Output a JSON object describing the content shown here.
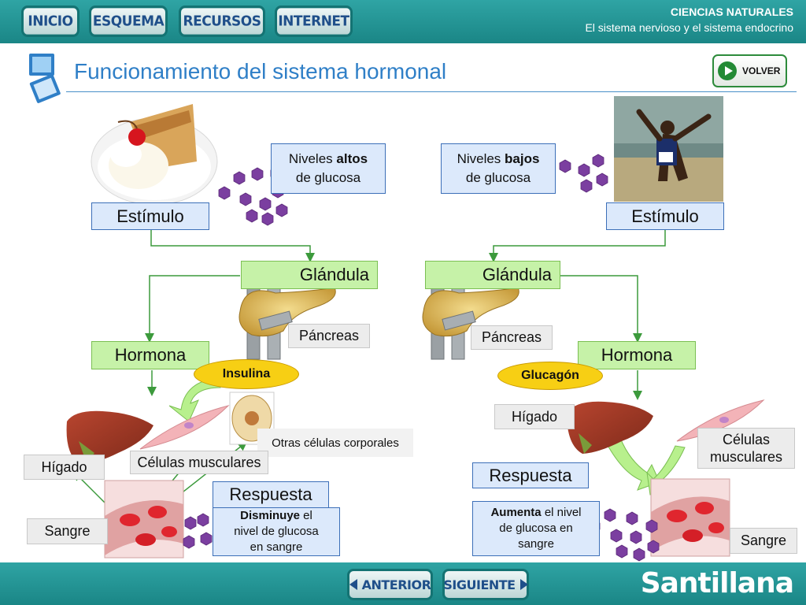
{
  "nav": {
    "inicio": "INICIO",
    "esquema": "ESQUEMA",
    "recursos": "RECURSOS",
    "internet": "INTERNET"
  },
  "header": {
    "subject": "CIENCIAS NATURALES",
    "subtitle": "El sistema nervioso y el sistema endocrino"
  },
  "page": {
    "title": "Funcionamiento del sistema hormonal",
    "volver": "VOLVER"
  },
  "left": {
    "niveles_prefix": "Niveles ",
    "niveles_bold": "altos",
    "niveles_suffix": "de glucosa",
    "estimulo": "Estímulo",
    "glandula": "Glándula",
    "pancreas": "Páncreas",
    "hormona": "Hormona",
    "insulina": "Insulina",
    "otras_celulas": "Otras células corporales",
    "celulas_musculares": "Células musculares",
    "higado": "Hígado",
    "sangre": "Sangre",
    "respuesta": "Respuesta",
    "respuesta_bold": "Disminuye",
    "respuesta_rest1": " el",
    "respuesta_rest2": "nivel de glucosa",
    "respuesta_rest3": "en sangre"
  },
  "right": {
    "niveles_prefix": "Niveles ",
    "niveles_bold": "bajos",
    "niveles_suffix": "de glucosa",
    "estimulo": "Estímulo",
    "glandula": "Glándula",
    "pancreas": "Páncreas",
    "hormona": "Hormona",
    "glucagon": "Glucagón",
    "higado": "Hígado",
    "celulas_l1": "Células",
    "celulas_l2": "musculares",
    "respuesta": "Respuesta",
    "respuesta_bold": "Aumenta",
    "respuesta_rest1": " el nivel",
    "respuesta_rest2": "de glucosa en",
    "respuesta_rest3": "sangre",
    "sangre": "Sangre"
  },
  "footer": {
    "anterior": "ANTERIOR",
    "siguiente": "SIGUIENTE",
    "brand": "Santillana"
  },
  "colors": {
    "teal": "#1a8686",
    "title_blue": "#2f7fc7",
    "box_blue": "#dce9fb",
    "box_green": "#c6f2a8",
    "hormone_yellow": "#f7cf14",
    "glucose_purple": "#7b3fa0",
    "arrow_green": "#3c9a3c"
  }
}
